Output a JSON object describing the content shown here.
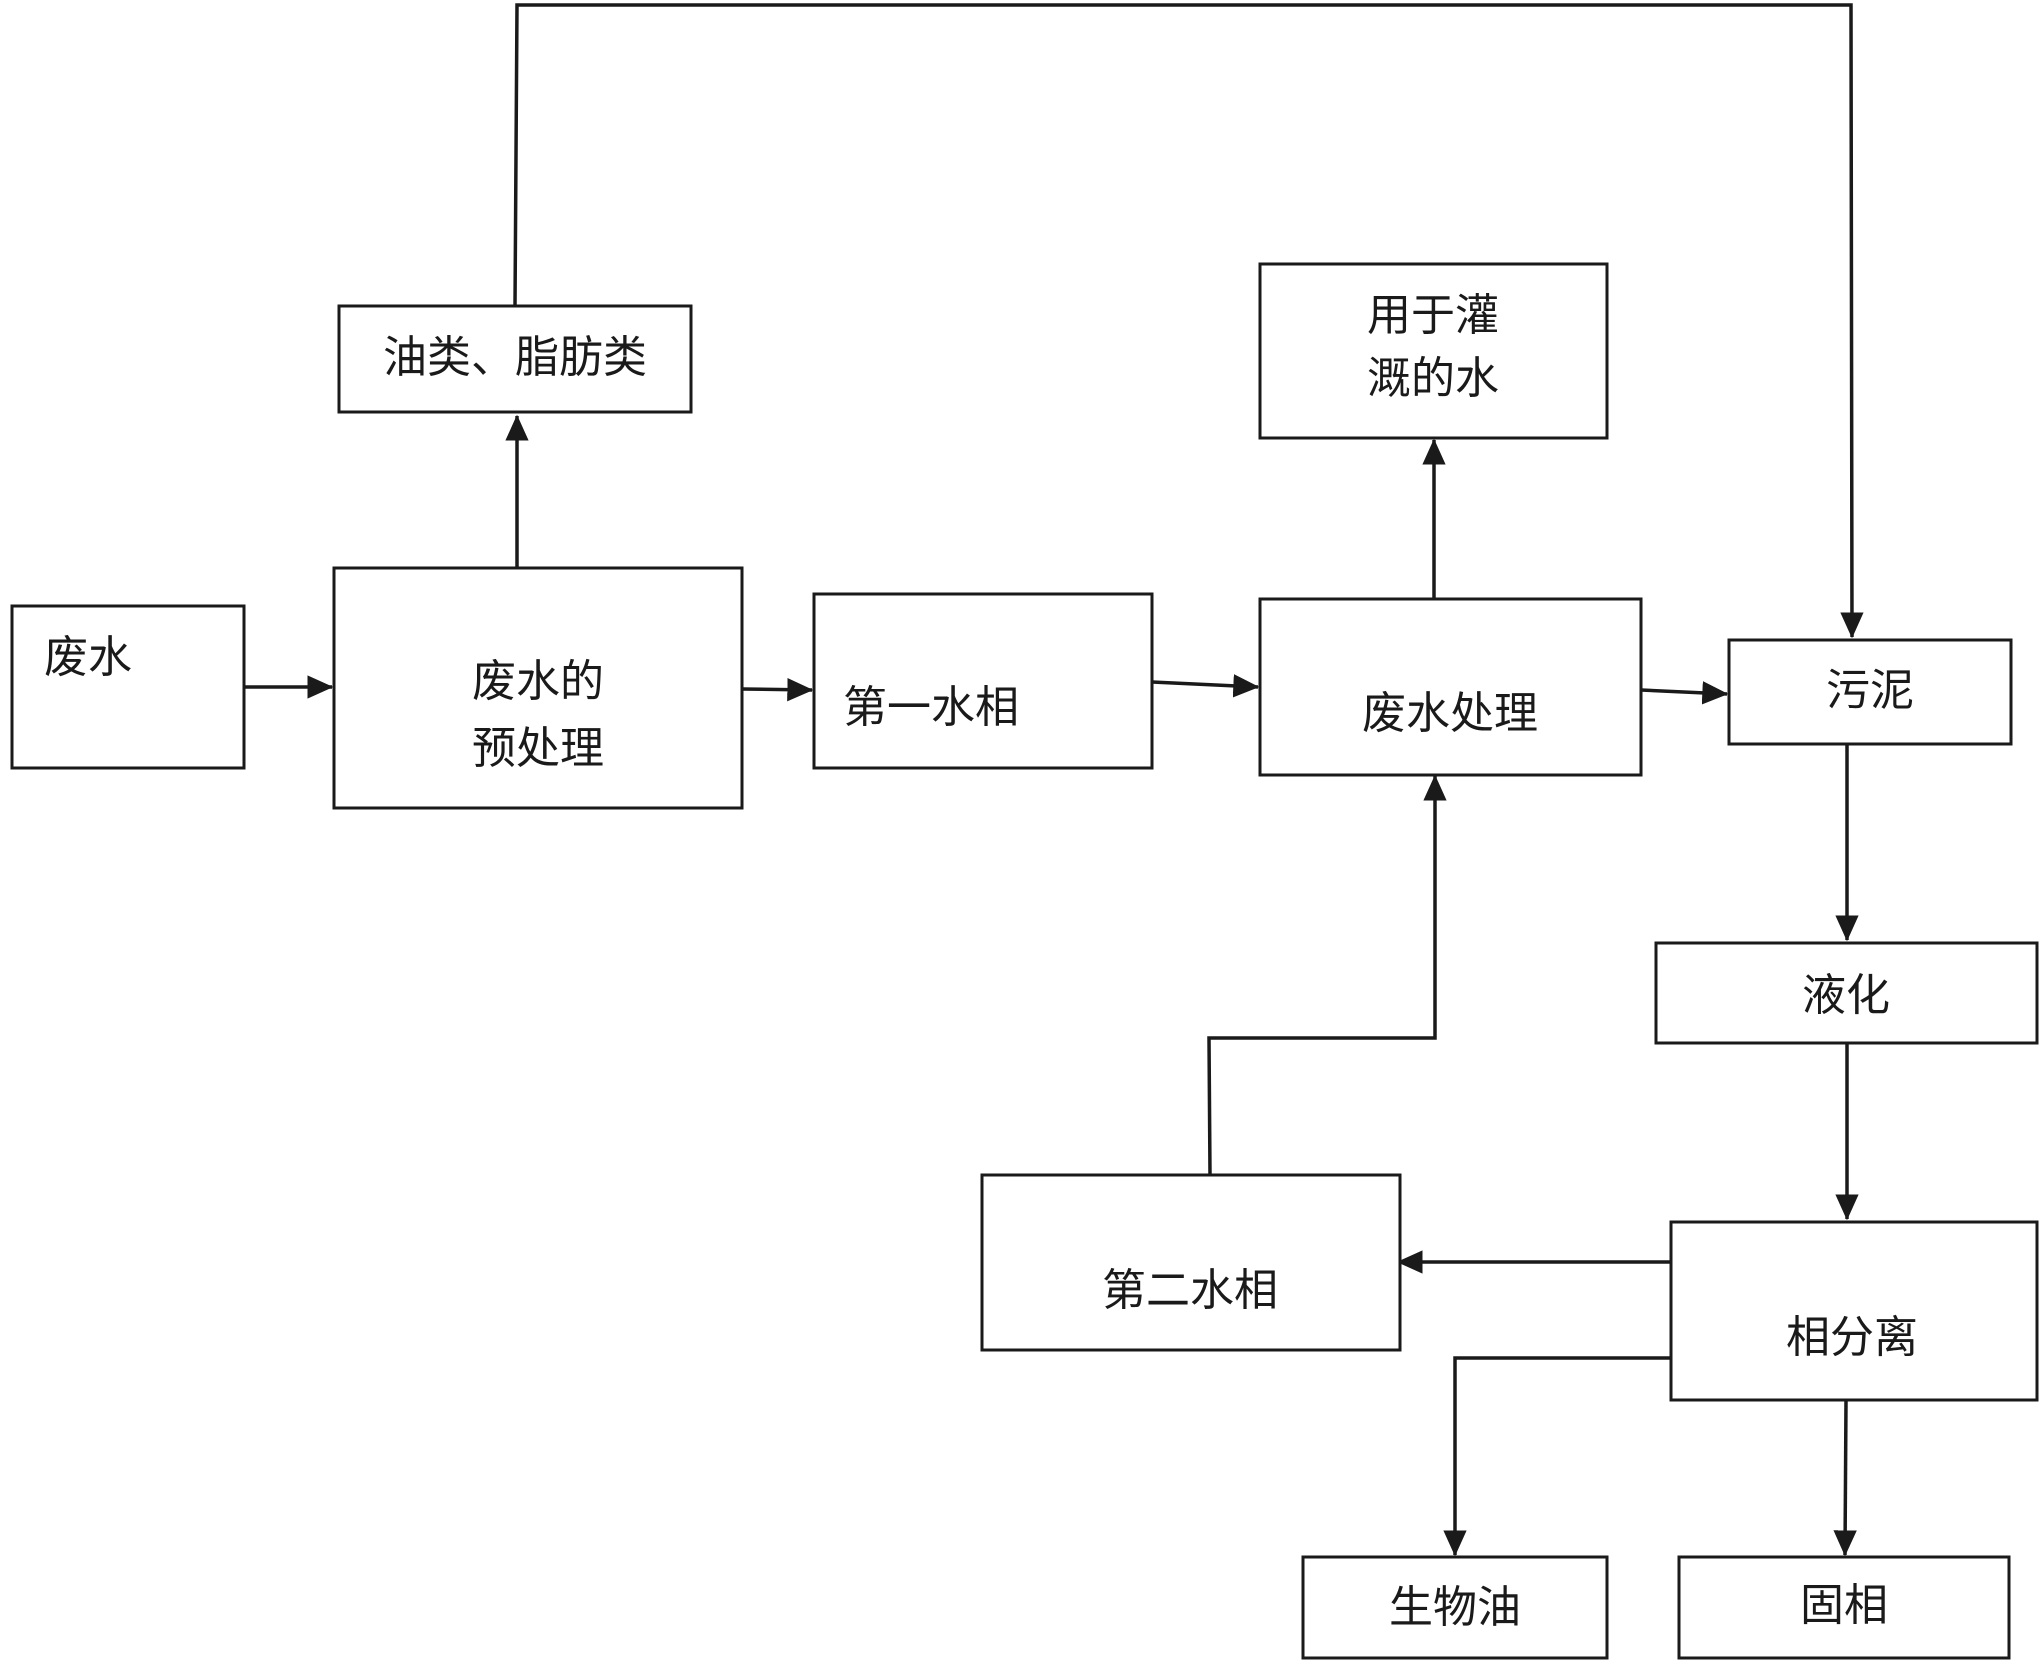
{
  "nodes": {
    "wastewater": {
      "label": "废水"
    },
    "pretreatment": {
      "lines": [
        "废水的",
        "预处理"
      ]
    },
    "oils_fats": {
      "label": "油类、脂肪类"
    },
    "first_aqueous": {
      "label": "第一水相"
    },
    "treatment": {
      "label": "废水处理"
    },
    "irrigation": {
      "lines": [
        "用于灌",
        "溉的水"
      ]
    },
    "sludge": {
      "label": "污泥"
    },
    "liquefaction": {
      "label": "液化"
    },
    "phase_separation": {
      "label": "相分离"
    },
    "second_aqueous": {
      "label": "第二水相"
    },
    "biooil": {
      "label": "生物油"
    },
    "solid_phase": {
      "label": "固相"
    }
  }
}
